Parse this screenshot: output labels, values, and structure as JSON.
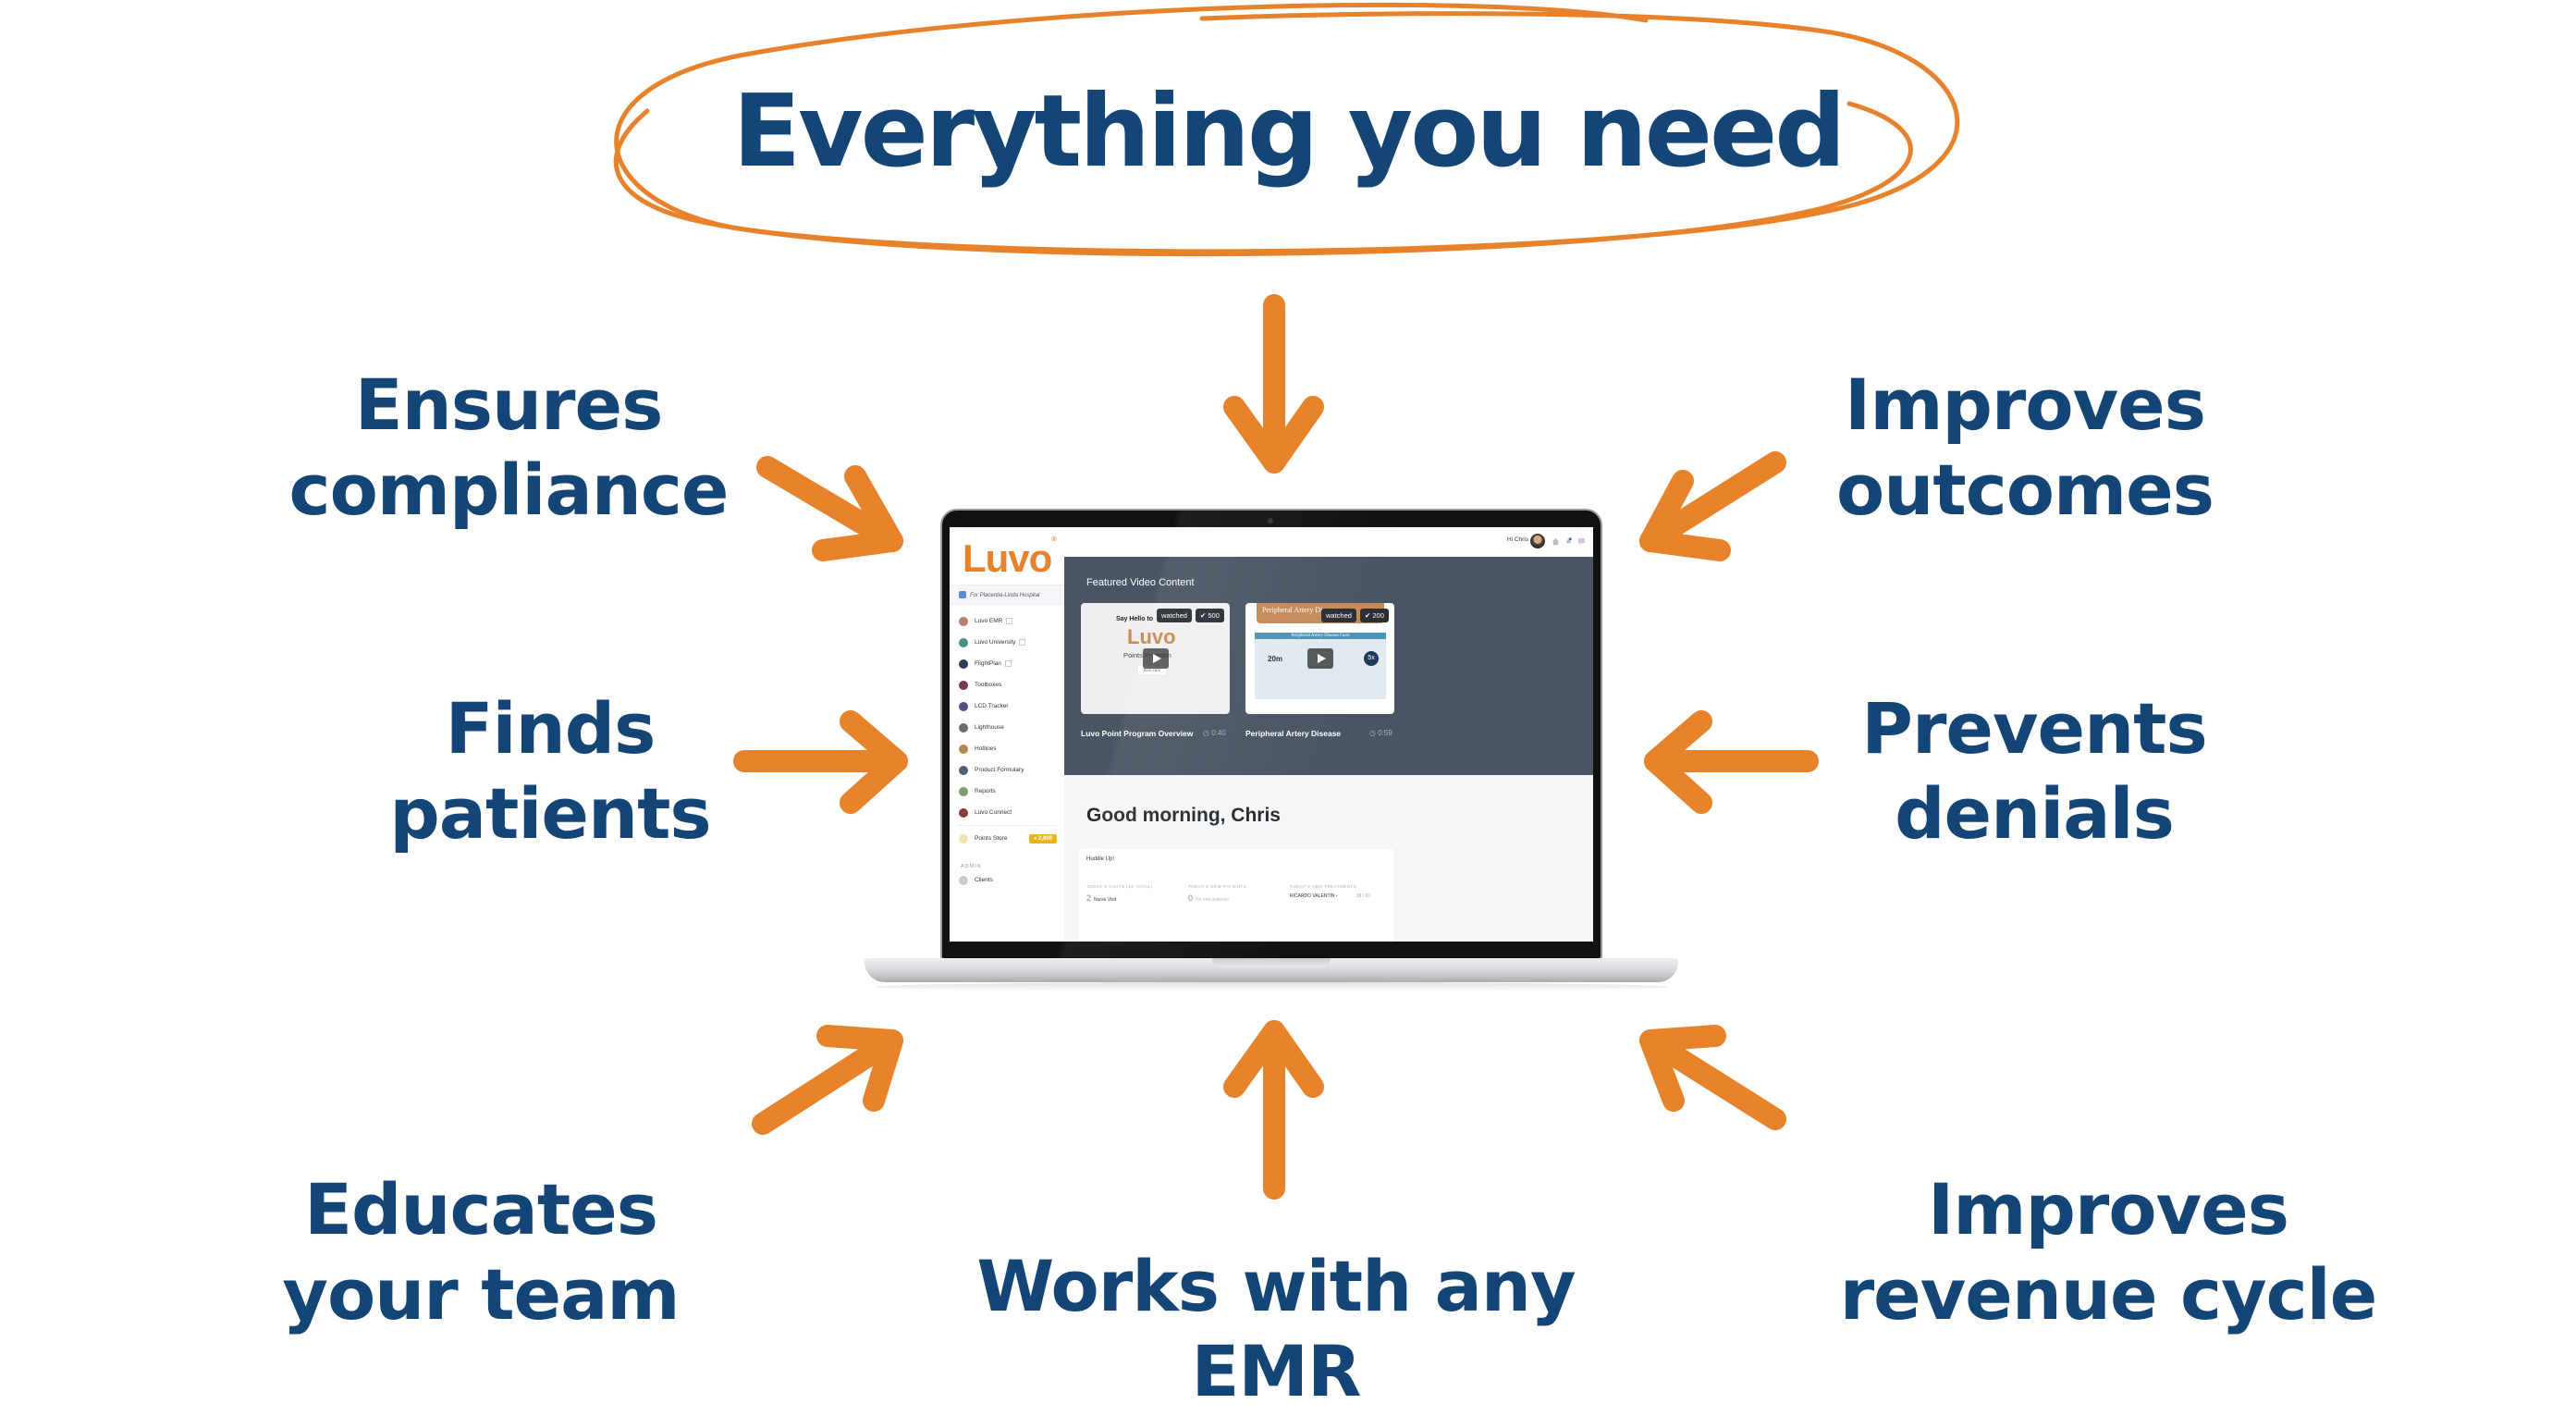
{
  "headline": "Everything you need",
  "colors": {
    "navy": "#134677",
    "orange": "#E8822A"
  },
  "benefits": {
    "top_left": [
      "Ensures",
      "compliance"
    ],
    "top_right": [
      "Improves",
      "outcomes"
    ],
    "mid_left": [
      "Finds",
      "patients"
    ],
    "mid_right": [
      "Prevents",
      "denials"
    ],
    "bottom_left": [
      "Educates",
      "your team"
    ],
    "bottom_center": "Works with any EMR",
    "bottom_right": [
      "Improves",
      "revenue cycle"
    ]
  },
  "app": {
    "logo": "Luvo",
    "hospital": "For Placentia-Linda Hospital",
    "nav": [
      {
        "label": "Luvo EMR",
        "external": true,
        "color": "#b9806b"
      },
      {
        "label": "Luvo University",
        "external": true,
        "color": "#4a8e8c"
      },
      {
        "label": "FlightPlan",
        "external": true,
        "color": "#2c3e5a"
      },
      {
        "label": "Toolboxes",
        "external": false,
        "color": "#7a3b48"
      },
      {
        "label": "LCD Tracker",
        "external": false,
        "color": "#5b4b86"
      },
      {
        "label": "Lighthouse",
        "external": false,
        "color": "#6b6b6b"
      },
      {
        "label": "Hotlines",
        "external": false,
        "color": "#b4874f"
      },
      {
        "label": "Product Formulary",
        "external": false,
        "color": "#4f5f7c"
      },
      {
        "label": "Reports",
        "external": false,
        "color": "#7da06b"
      },
      {
        "label": "Luvo Connect",
        "external": false,
        "color": "#8a3b3b"
      }
    ],
    "points_store": {
      "label": "Points Store",
      "points": "2,800"
    },
    "admin_label": "ADMIN",
    "admin_items": [
      {
        "label": "Clients"
      }
    ],
    "topbar": {
      "greeting": "Hi Chris"
    },
    "featured": {
      "title": "Featured Video Content",
      "videos": [
        {
          "title": "Luvo Point Program Overview",
          "duration": "0:40",
          "status": "watched",
          "points": "500",
          "thumb_heading": "Say Hello to",
          "thumb_logo": "Luvo",
          "thumb_sub": "Points Program",
          "thumb_search": "luvo.care"
        },
        {
          "title": "Peripheral Artery Disease",
          "duration": "0:59",
          "status": "watched",
          "points": "200",
          "thumb_heading": "Peripheral Artery Disease",
          "thumb_sub": "Peripheral Artery Disease Facts",
          "thumb_stat1": "20m",
          "thumb_stat2": "5x"
        }
      ]
    },
    "greeting": "Good morning, Chris",
    "huddle": {
      "title": "Huddle Up!",
      "stats": [
        {
          "heading": "TODAY'S VISITS (18 TOTAL)",
          "value": "2",
          "sub": "Nurse Visit"
        },
        {
          "heading": "TODAY'S NEW PATIENTS",
          "value": "0",
          "sub": "No new patients"
        },
        {
          "heading": "TODAY'S HBO TREATMENTS",
          "value": "RICARDO VALENTIN",
          "sub": "18 / 20"
        }
      ]
    }
  }
}
